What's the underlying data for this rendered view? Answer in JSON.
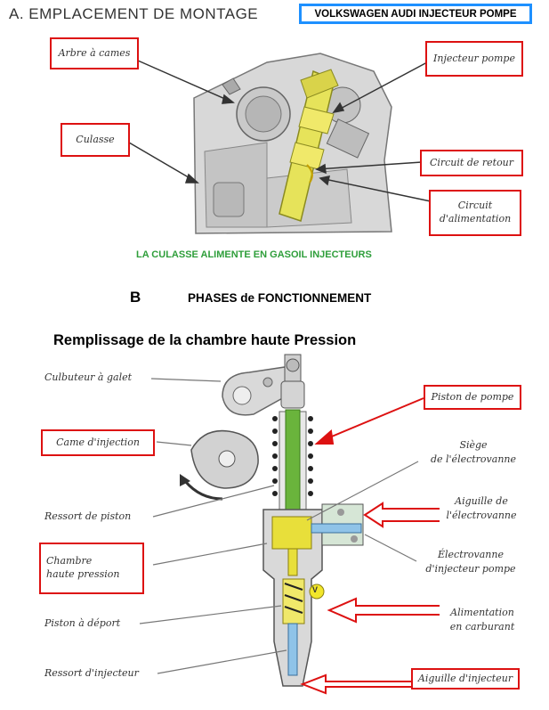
{
  "section_a": {
    "title": "A. EMPLACEMENT DE MONTAGE",
    "brand": "VOLKSWAGEN AUDI INJECTEUR POMPE"
  },
  "labels_a": {
    "arbre": "Arbre à cames",
    "culasse": "Culasse",
    "injecteur": "Injecteur pompe",
    "retour": "Circuit de retour",
    "alim_1": "Circuit",
    "alim_2": "d'alimentation"
  },
  "caption_a": "LA CULASSE  ALIMENTE EN GASOIL INJECTEURS",
  "section_b": {
    "letter": "B",
    "title": "PHASES de FONCTIONNEMENT",
    "subtitle": "Remplissage de la chambre haute Pression"
  },
  "labels_b": {
    "culbuteur": "Culbuteur à galet",
    "came": "Came d'injection",
    "ressort_piston": "Ressort de piston",
    "chambre_1": "Chambre",
    "chambre_2": "haute pression",
    "piston_deport": "Piston à déport",
    "ressort_inj": "Ressort d'injecteur",
    "piston_pompe": "Piston de pompe",
    "siege_1": "Siège",
    "siege_2": "de l'électrovanne",
    "aiguille_ev_1": "Aiguille de",
    "aiguille_ev_2": "l'électrovanne",
    "electrovanne_1": "Électrovanne",
    "electrovanne_2": "d'injecteur pompe",
    "alimentation_1": "Alimentation",
    "alimentation_2": "en carburant",
    "aiguille_inj": "Aiguille d'injecteur",
    "marker": "V"
  },
  "colors": {
    "highlight_box": "#dd1111",
    "brand_border": "#1e90ff",
    "caption": "#2e9e3a",
    "fuel_yellow": "#e8df3a",
    "piston_green": "#6ab43c",
    "needle_blue": "#8fc3e8"
  }
}
